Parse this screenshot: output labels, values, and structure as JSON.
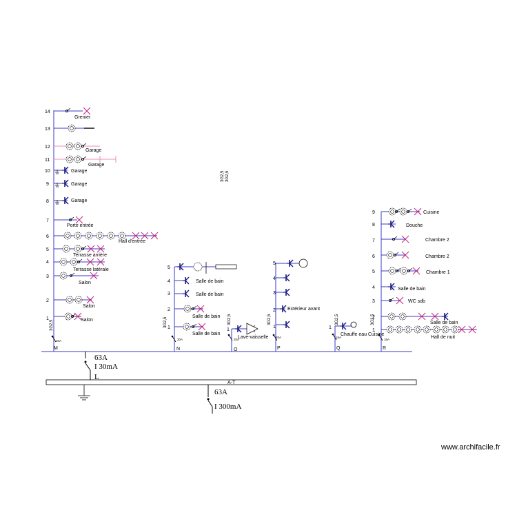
{
  "colors": {
    "wire": "#3a3ac8",
    "device": "#1a1a80",
    "cross": "#c4207a",
    "black": "#000000",
    "pink": "#e890b8"
  },
  "breaker_ratings": {
    "M": "20A",
    "N": "20A",
    "O": "20A",
    "P": "20A",
    "Q": "16A",
    "R": "16A"
  },
  "cable_labels": {
    "M": "3G2,5",
    "N": "3G2,5",
    "O": "3G2,5",
    "P": "3G2,5",
    "Q": "3G2,5",
    "R": "3G2,5",
    "float1": "3G2,5",
    "float2": "3G2,5"
  },
  "groups": {
    "M": {
      "letter": "M",
      "circuits": [
        {
          "n": "14",
          "label": "Grenier"
        },
        {
          "n": "13",
          "label": ""
        },
        {
          "n": "12",
          "label": "Garage"
        },
        {
          "n": "11",
          "label": "Garage"
        },
        {
          "n": "10",
          "label": "Garage"
        },
        {
          "n": "9",
          "label": "Garage"
        },
        {
          "n": "8",
          "label": "Garage"
        },
        {
          "n": "7",
          "label": "Porte entrée"
        },
        {
          "n": "6",
          "label": "Hall d'entrée"
        },
        {
          "n": "5",
          "label": "Terrasse arrière"
        },
        {
          "n": "4",
          "label": "Terrasse latérale"
        },
        {
          "n": "3",
          "label": "Salon"
        },
        {
          "n": "2",
          "label": "Salon"
        },
        {
          "n": "1",
          "label": "Salon"
        }
      ]
    },
    "N": {
      "letter": "N",
      "circuits": [
        {
          "n": "5",
          "label": ""
        },
        {
          "n": "4",
          "label": "Salle de bain"
        },
        {
          "n": "3",
          "label": "Salle de bain"
        },
        {
          "n": "2",
          "label": "Salle de bain"
        },
        {
          "n": "1",
          "label": "Salle de bain"
        }
      ]
    },
    "O": {
      "letter": "O",
      "circuits": [
        {
          "n": "1",
          "label": "Lave-vaisselle"
        }
      ]
    },
    "P": {
      "letter": "P",
      "circuits": [
        {
          "n": "5",
          "label": ""
        },
        {
          "n": "4",
          "label": ""
        },
        {
          "n": "3",
          "label": ""
        },
        {
          "n": "2",
          "label": "Extérieur avant"
        },
        {
          "n": "1",
          "label": ""
        }
      ]
    },
    "Q": {
      "letter": "Q",
      "circuits": [
        {
          "n": "1",
          "label": "Chauffe eau Cuisine"
        }
      ]
    },
    "R": {
      "letter": "R",
      "circuits": [
        {
          "n": "9",
          "label": "Cuisine"
        },
        {
          "n": "8",
          "label": "Douche"
        },
        {
          "n": "7",
          "label": "Chambre 2"
        },
        {
          "n": "6",
          "label": "Chambre 2"
        },
        {
          "n": "5",
          "label": "Chambre 1"
        },
        {
          "n": "4",
          "label": "Salle de bain"
        },
        {
          "n": "3",
          "label": "WC sdb"
        },
        {
          "n": "2",
          "label": "Salle de bain"
        },
        {
          "n": "1",
          "label": "Hall de nuit"
        }
      ]
    }
  },
  "main_breakers": {
    "upper_rating": "63A",
    "upper_sensitivity": "I 30mA",
    "upper_label": "L",
    "lower_rating": "63A",
    "lower_sensitivity": "I 300mA"
  },
  "bus_label": "A-T",
  "watermark": "www.archifacile.fr"
}
